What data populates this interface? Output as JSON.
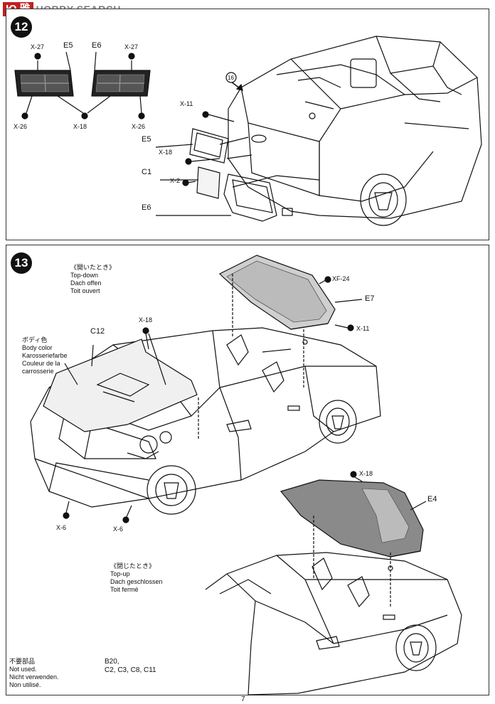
{
  "watermark": {
    "badge": "Ю  雅",
    "text": "HOBBY SEARCH"
  },
  "step12": {
    "number": "12",
    "callout": "16",
    "parts": {
      "e5_top": "E5",
      "e6_top": "E6",
      "x27_left": "X-27",
      "x27_right": "X-27",
      "x26_left": "X-26",
      "x18_mid": "X-18",
      "x26_right": "X-26",
      "x11": "X-11",
      "e5": "E5",
      "x18": "X-18",
      "c1": "C1",
      "x2": "X-2",
      "e6": "E6"
    }
  },
  "step13": {
    "number": "13",
    "topdown": {
      "jp": "《開いたとき》",
      "en": "Top-down",
      "de": "Dach offen",
      "fr": "Toit ouvert"
    },
    "bodycolor": {
      "jp": "ボディ色",
      "en": "Body color",
      "de": "Karosseriefarbe",
      "fr1": "Couleur de la",
      "fr2": "carrosserie"
    },
    "topup": {
      "jp": "《閉じたとき》",
      "en": "Top-up",
      "de": "Dach geschlossen",
      "fr": "Toit fermé"
    },
    "notused": {
      "jp": "不要部品",
      "en": "Not used.",
      "de": "Nicht verwenden.",
      "fr": "Non utilisé."
    },
    "notused_parts": {
      "line1": "B20,",
      "line2": "C2, C3, C8, C11"
    },
    "parts": {
      "c12": "C12",
      "x18_hood": "X-18",
      "xf24": "XF-24",
      "e7": "E7",
      "x11": "X-11",
      "x6_left": "X-6",
      "x6_right": "X-6",
      "x18_top": "X-18",
      "e4": "E4"
    }
  },
  "page_number": "7"
}
